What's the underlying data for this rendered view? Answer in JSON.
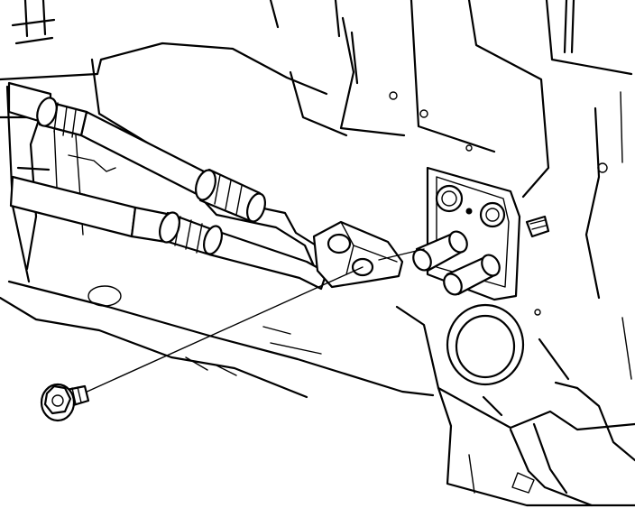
{
  "figure": {
    "background_color": "#ffffff",
    "line_color": "#000000",
    "components": [
      "vehicle-body-panel",
      "refrigerant-hose-upper",
      "refrigerant-hose-lower",
      "hose-connector-block",
      "evaporator-mounting-plate",
      "evaporator-inlet-pipe",
      "evaporator-outlet-pipe",
      "drain-grommet",
      "mounting-bolt",
      "bolt-alignment-line"
    ]
  }
}
